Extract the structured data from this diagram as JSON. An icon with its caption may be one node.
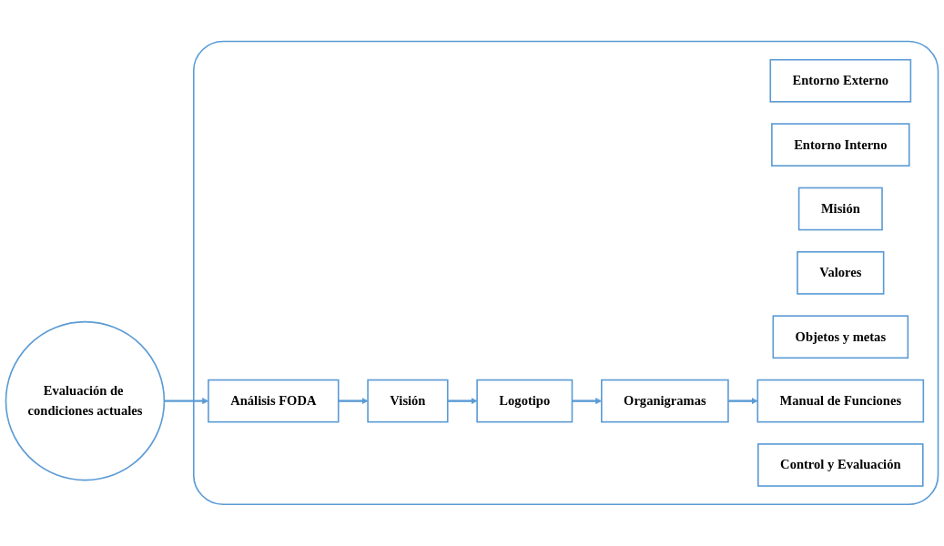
{
  "diagram": {
    "nodes": [
      {
        "text": [],
        "shape": "box"
      },
      {
        "text": [
          "Entorno Externo"
        ],
        "in": 0
      },
      {
        "text": [
          "Entorno Interno"
        ],
        "in": 0
      },
      {
        "text": [
          "Evaluación de condiciones actuales"
        ]
      },
      {
        "text": [
          "Análisis FODA"
        ],
        "in": 0
      },
      {
        "text": [
          "Misión"
        ],
        "in": 0
      },
      {
        "text": [
          "Visión"
        ],
        "in": 0
      },
      {
        "text": [
          "Valores"
        ],
        "in": 0
      },
      {
        "text": [
          "Objetos y metas"
        ],
        "in": 0
      },
      {
        "text": [
          "Logotipo"
        ],
        "in": 0
      },
      {
        "text": [
          "Organigramas"
        ],
        "in": 0
      },
      {
        "text": [
          "Manual de Funciones"
        ],
        "in": 0
      },
      {
        "text": [
          "Control y Evaluación"
        ],
        "in": 0
      }
    ],
    "edges": [
      {
        "from": 3,
        "to": 4,
        "arrow": "to"
      },
      {
        "from": 4,
        "to": 6,
        "arrow": "to"
      },
      {
        "from": 6,
        "to": 9,
        "arrow": "to"
      },
      {
        "from": 9,
        "to": 10,
        "arrow": "to"
      },
      {
        "from": 10,
        "to": 11,
        "arrow": "to"
      }
    ]
  }
}
